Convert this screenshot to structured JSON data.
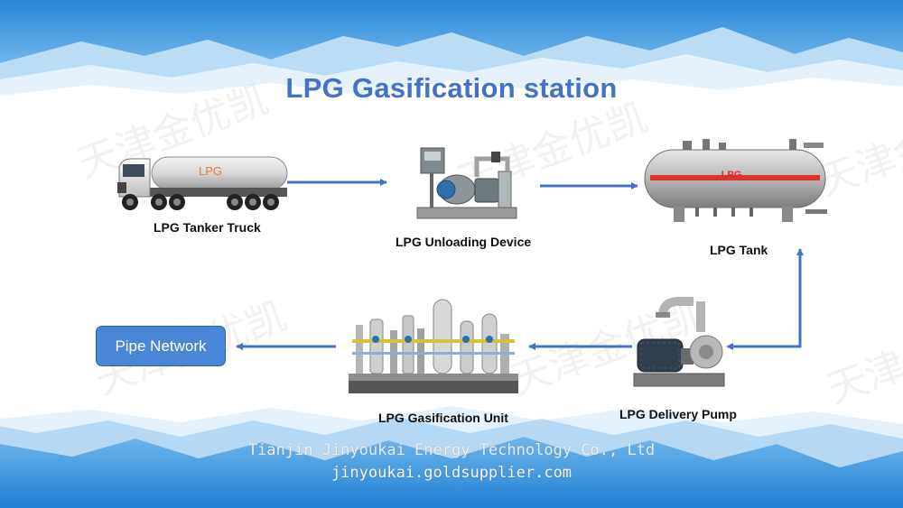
{
  "title": "LPG Gasification station",
  "nodes": {
    "truck": {
      "label": "LPG Tanker Truck",
      "body_text": "LPG"
    },
    "unloading": {
      "label": "LPG Unloading Device"
    },
    "tank": {
      "label": "LPG Tank",
      "body_text": "LPG"
    },
    "pump": {
      "label": "LPG Delivery Pump"
    },
    "gasification": {
      "label": "LPG Gasification Unit"
    },
    "pipe_network": {
      "label": "Pipe Network"
    }
  },
  "watermark_text": "天津金优凯",
  "footer": {
    "company": "Tianjin Jinyoukai Energy Technology Co., Ltd",
    "website": "jinyoukai.goldsupplier.com"
  },
  "colors": {
    "title": "#4472c4",
    "arrow": "#4472c4",
    "pipe_box": "#4a86d6",
    "banner_blue": "#3a8fd8",
    "tank_stripe": "#e0312f"
  }
}
